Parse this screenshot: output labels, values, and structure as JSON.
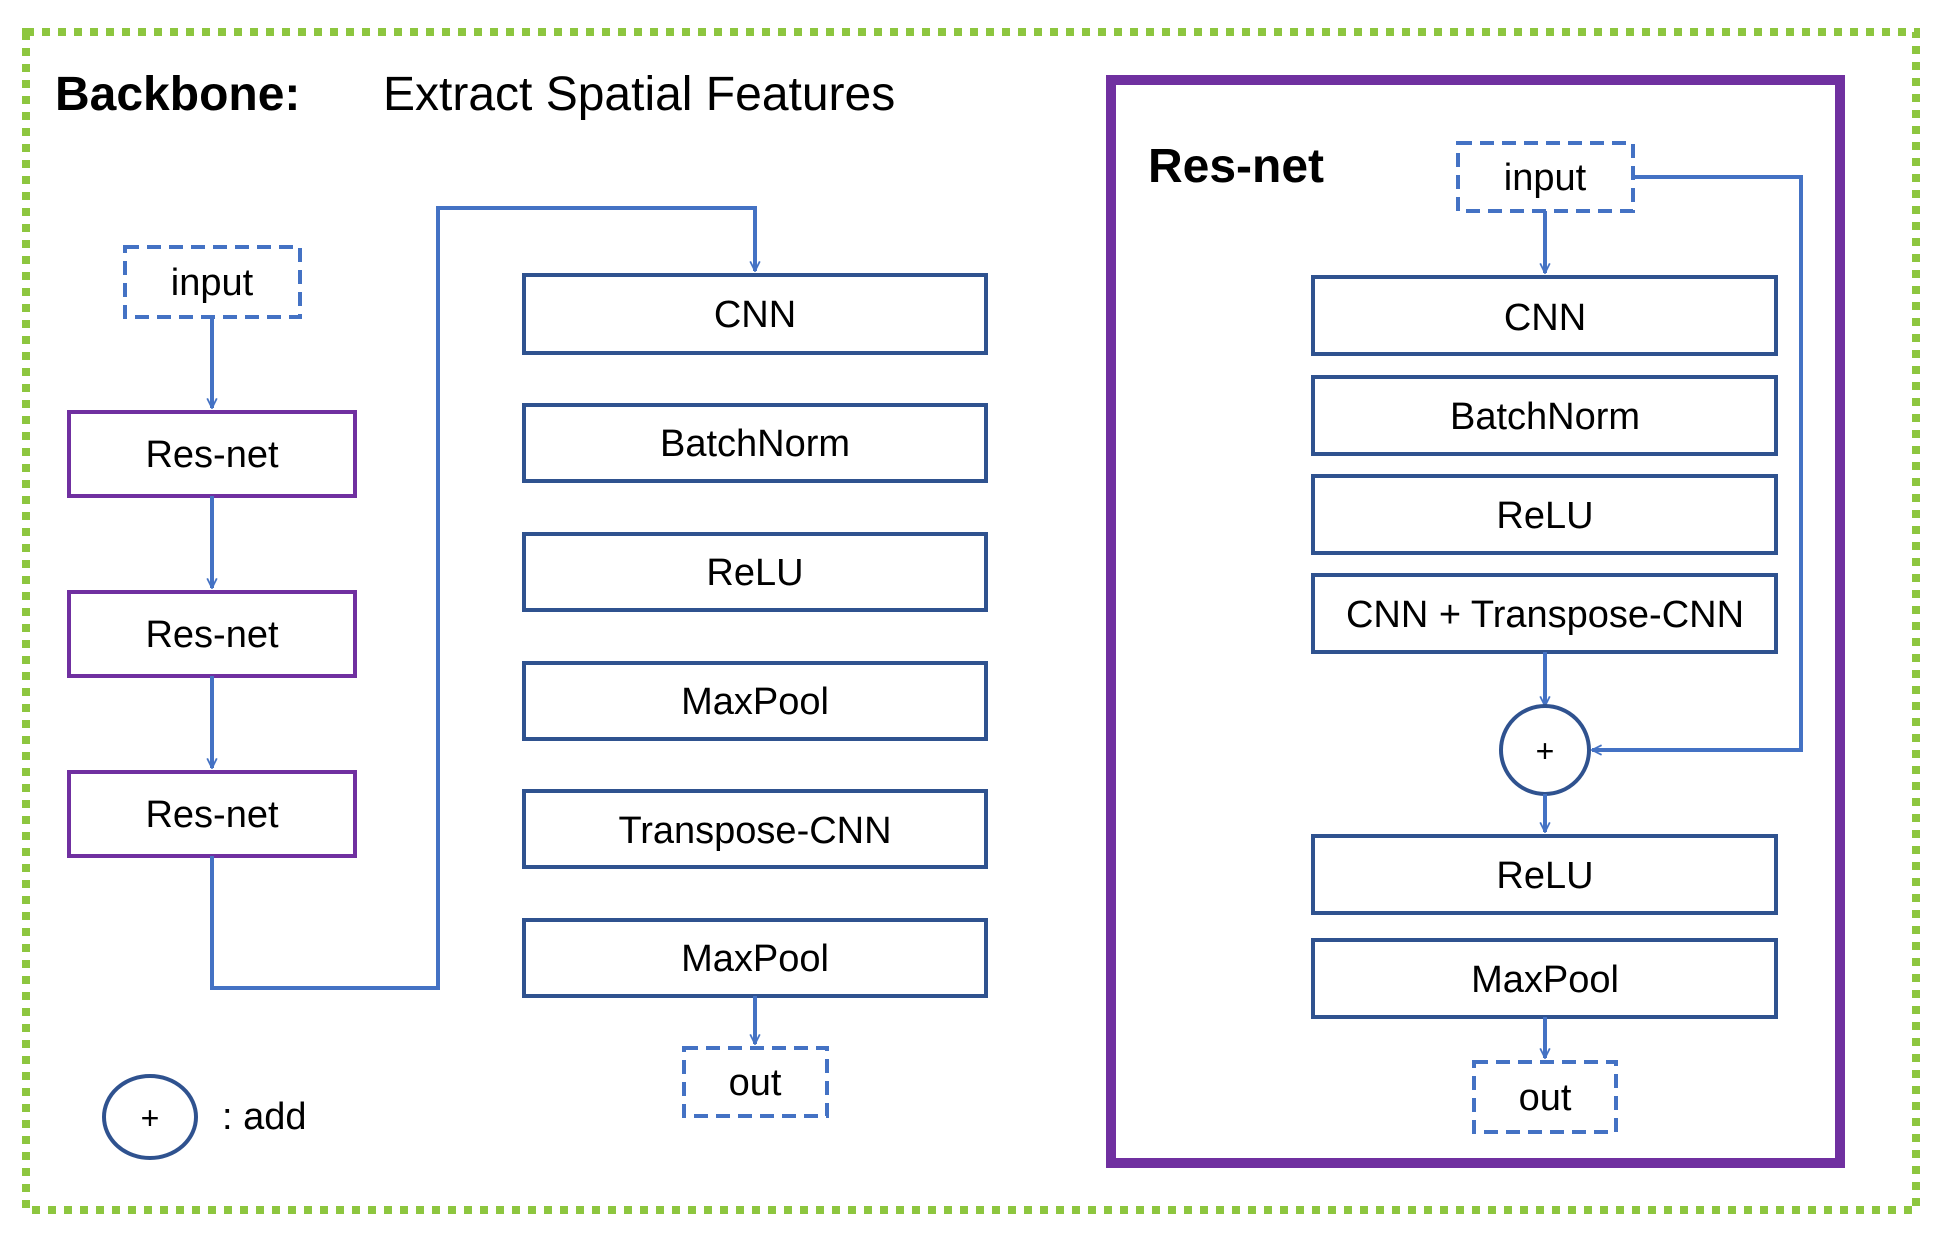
{
  "header": {
    "title": "Backbone:",
    "subtitle": "Extract Spatial Features"
  },
  "backbone": {
    "input_label": "input",
    "resnet_blocks": [
      "Res-net",
      "Res-net",
      "Res-net"
    ],
    "layers": [
      "CNN",
      "BatchNorm",
      "ReLU",
      "MaxPool",
      "Transpose-CNN",
      "MaxPool"
    ],
    "output_label": "out"
  },
  "legend": {
    "symbol": "+",
    "label": ": add"
  },
  "resnet_detail": {
    "title": "Res-net",
    "input_label": "input",
    "layers_before_add": [
      "CNN",
      "BatchNorm",
      "ReLU",
      "CNN + Transpose-CNN"
    ],
    "add_symbol": "+",
    "layers_after_add": [
      "ReLU",
      "MaxPool"
    ],
    "output_label": "out"
  },
  "colors": {
    "outer_border": "#8dc63f",
    "resnet_border": "#7030a0",
    "layer_border": "#2f528f",
    "arrow": "#4472c4",
    "text": "#000000"
  }
}
